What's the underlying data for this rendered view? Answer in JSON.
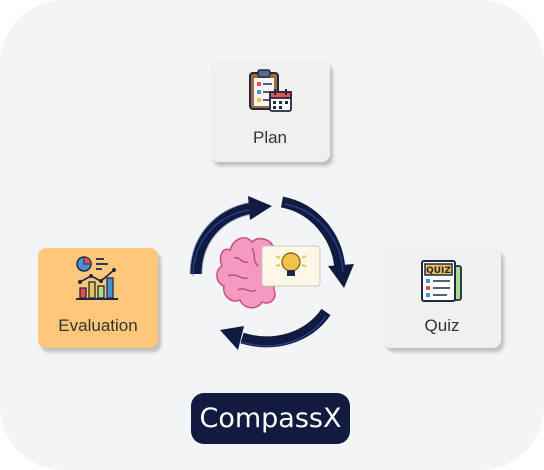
{
  "cards": {
    "plan": {
      "label": "Plan",
      "icon": "clipboard-calendar-icon"
    },
    "quiz": {
      "label": "Quiz",
      "icon": "quiz-newspaper-icon"
    },
    "evaluation": {
      "label": "Evaluation",
      "icon": "chart-report-icon"
    }
  },
  "center": {
    "icon": "brain-lightbulb-icon",
    "cycle": "circular-arrows-icon"
  },
  "brand": {
    "label": "CompassX"
  },
  "colors": {
    "panel": "#f3f4f6",
    "card": "#f0f0ee",
    "evaluation_card": "#ffc779",
    "brand_bg": "#111a3f",
    "arrow": "#111a3f",
    "brain": "#f49ac1"
  }
}
